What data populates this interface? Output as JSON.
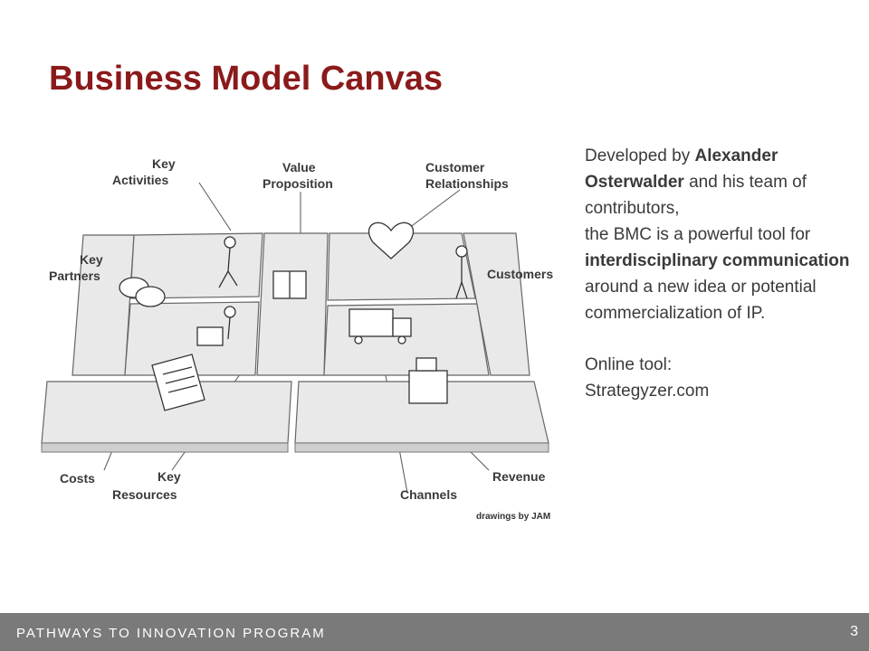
{
  "slide": {
    "title": "Business Model Canvas"
  },
  "diagram": {
    "labels": {
      "key_activities_l1": "Key",
      "key_activities_l2": "Activities",
      "value_proposition_l1": "Value",
      "value_proposition_l2": "Proposition",
      "customer_relationships_l1": "Customer",
      "customer_relationships_l2": "Relationships",
      "key_partners_l1": "Key",
      "key_partners_l2": "Partners",
      "customers": "Customers",
      "costs": "Costs",
      "key_resources_l1": "Key",
      "key_resources_l2": "Resources",
      "channels": "Channels",
      "revenue": "Revenue"
    },
    "credit": "drawings by JAM"
  },
  "description": {
    "l1_pre": "Developed by ",
    "l1_bold": "Alexander Osterwalder",
    "l1_post": " and his team of contributors,",
    "l2_pre": "the BMC is a powerful tool for ",
    "l2_bold": "interdisciplinary communication",
    "l2_post": " around a new idea or potential commercialization of IP.",
    "online_l1": "Online tool:",
    "online_l2": "Strategyzer.com"
  },
  "footer": {
    "program": "PATHWAYS TO INNOVATION PROGRAM",
    "page_number": "3"
  }
}
